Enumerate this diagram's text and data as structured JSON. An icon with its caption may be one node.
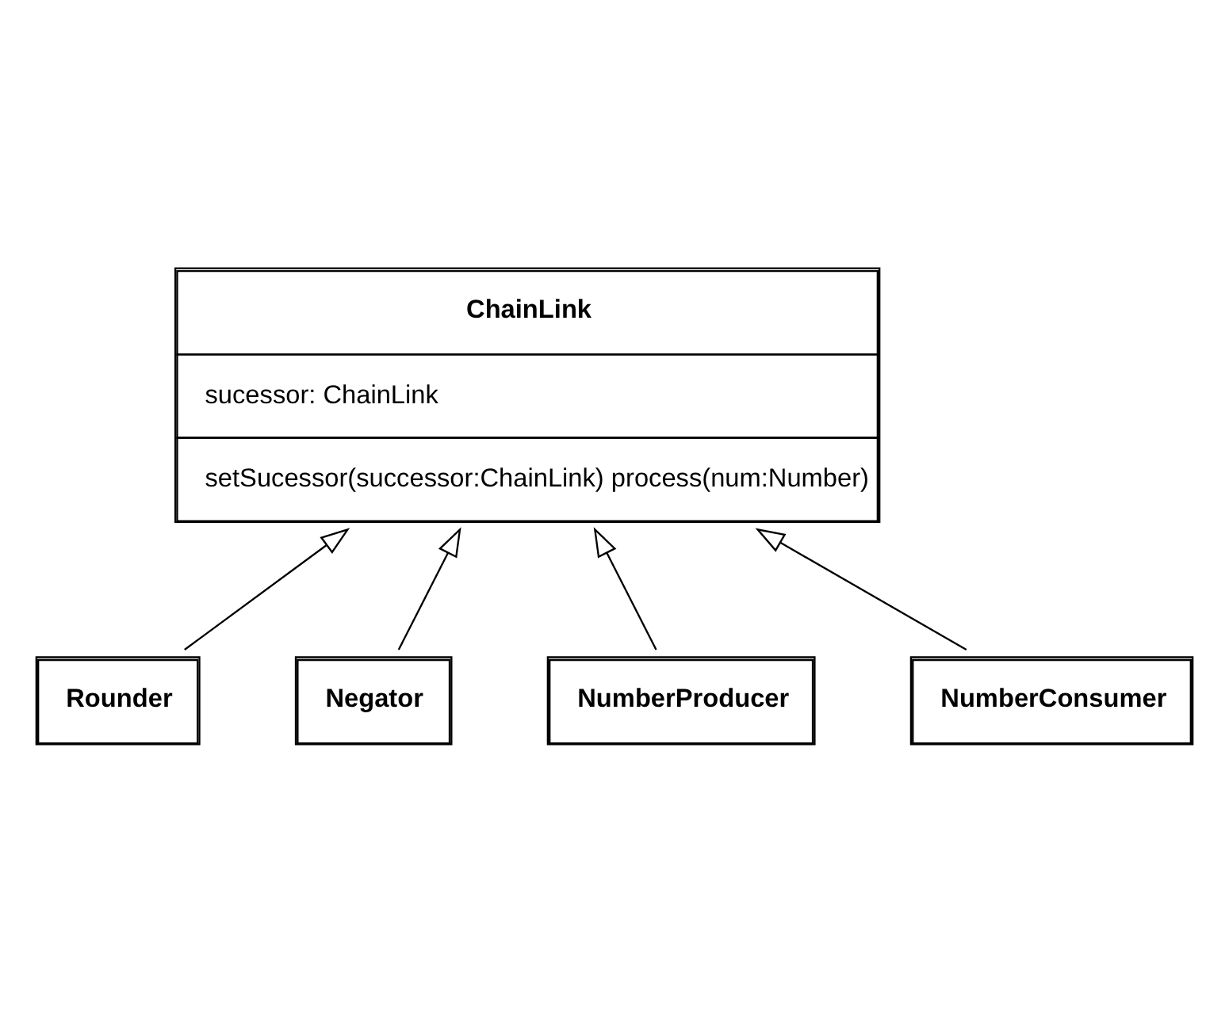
{
  "diagram": {
    "nodes": [
      {
        "text": [
          "ChainLink",
          "sucessor: ChainLink",
          "setSucessor(successor:ChainLink) process(num:Number)"
        ]
      },
      {
        "text": [
          "Rounder"
        ]
      },
      {
        "text": [
          "Negator"
        ]
      },
      {
        "text": [
          "NumberProducer"
        ]
      },
      {
        "text": [
          "NumberConsumer"
        ]
      }
    ],
    "edges": [
      {
        "from": 1,
        "to": 0,
        "arrow": "to"
      },
      {
        "from": 3,
        "to": 0,
        "arrow": "to"
      },
      {
        "from": 2,
        "to": 0,
        "arrow": "to"
      },
      {
        "from": 4,
        "to": 0,
        "arrow": "to"
      }
    ]
  }
}
